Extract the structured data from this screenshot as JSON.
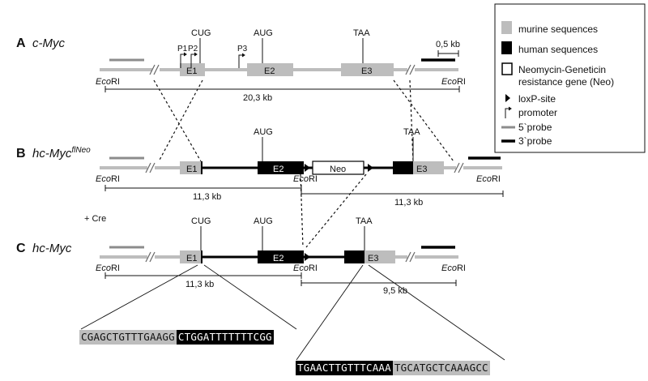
{
  "panels": {
    "a": {
      "letter": "A",
      "gene": "c-Myc",
      "sup": ""
    },
    "b": {
      "letter": "B",
      "gene": "hc-Myc",
      "sup": "flNeo"
    },
    "c": {
      "letter": "C",
      "gene": "hc-Myc",
      "sup": ""
    }
  },
  "labels": {
    "cug": "CUG",
    "aug": "AUG",
    "taa": "TAA",
    "p1": "P1",
    "p2": "P2",
    "p3": "P3",
    "e1": "E1",
    "e2": "E2",
    "e3": "E3",
    "neo": "Neo",
    "eco_prefix": "Eco",
    "eco_suffix": "RI",
    "scale": "0,5 kb",
    "cre": "+ Cre"
  },
  "sizes": {
    "a": "20,3 kb",
    "b_left": "11,3 kb",
    "b_right": "11,3 kb",
    "c_left": "11,3 kb",
    "c_right": "9,5 kb"
  },
  "legend": {
    "murine": "murine sequences",
    "human": "human sequences",
    "neo_line1": "Neomycin-Geneticin",
    "neo_line2": "resistance gene (Neo)",
    "loxp": "loxP-site",
    "promoter": "promoter",
    "probe5": "5`probe",
    "probe3": "3`probe"
  },
  "sequences": {
    "seq1_grey": "CGAGCTGTTTGAAGG",
    "seq1_black": "CTGGATTTTTTTCGG",
    "seq2_black": "TGAACTTGTTTCAAA",
    "seq2_grey": "TGCATGCTCAAAGCC"
  },
  "colors": {
    "murine": "#bdbdbd",
    "human": "#000000",
    "probe5": "#8c8c8c",
    "probe3": "#000000"
  }
}
